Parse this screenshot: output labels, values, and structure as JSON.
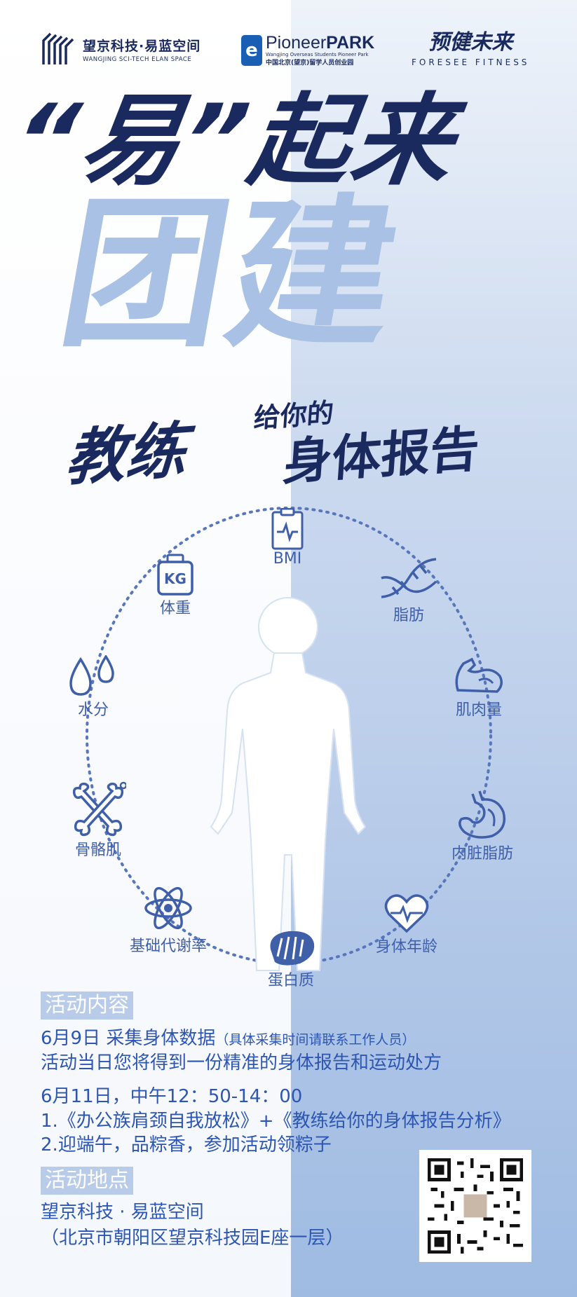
{
  "logos": {
    "left": {
      "name": "望京科技·易蓝空间",
      "subtitle": "WANGJING SCI-TECH ELAN SPACE"
    },
    "center": {
      "name_regular": "Pioneer",
      "name_bold": "PARK",
      "subtitle_en": "Wangjing Overseas Students Pioneer Park",
      "subtitle_cn": "中国北京(望京)留学人员创业园"
    },
    "right": {
      "name": "预健未来",
      "subtitle": "FORESEE FITNESS"
    }
  },
  "headline": {
    "line1": "“易”起来",
    "line2": "团建",
    "line3_big": "教练",
    "line3_small": "给你的",
    "line3_right": "身体报告"
  },
  "diagram": {
    "items": [
      {
        "label": "BMI",
        "icon": "clipboard-heartbeat-icon"
      },
      {
        "label": "脂肪",
        "icon": "dna-icon"
      },
      {
        "label": "肌肉量",
        "icon": "arm-muscle-icon"
      },
      {
        "label": "内脏脂肪",
        "icon": "stomach-icon"
      },
      {
        "label": "身体年龄",
        "icon": "heart-pulse-icon"
      },
      {
        "label": "蛋白质",
        "icon": "steak-icon"
      },
      {
        "label": "基础代谢率",
        "icon": "atom-icon"
      },
      {
        "label": "骨骼肌",
        "icon": "bone-icon"
      },
      {
        "label": "水分",
        "icon": "water-drop-icon"
      },
      {
        "label": "体重",
        "icon": "weight-kg-icon",
        "badge": "KG"
      }
    ]
  },
  "activity": {
    "section_title": "活动内容",
    "date1": "6月9日 采集身体数据",
    "date1_note": "（具体采集时间请联系工作人员）",
    "date1_desc": "活动当日您将得到一份精准的身体报告和运动处方",
    "date2": "6月11日，中午12：50-14：00",
    "item1": "1.《办公族肩颈自我放松》+《教练给你的身体报告分析》",
    "item2": "2.迎端午，品粽香，参加活动领粽子"
  },
  "location": {
    "section_title": "活动地点",
    "name": "望京科技 · 易蓝空间",
    "address": "（北京市朝阳区望京科技园E座一层）"
  },
  "colors": {
    "navy": "#1b2a5e",
    "light_blue": "#a9c1e5",
    "text_blue": "#2d56b2",
    "icon_blue": "#3f5fa8"
  }
}
